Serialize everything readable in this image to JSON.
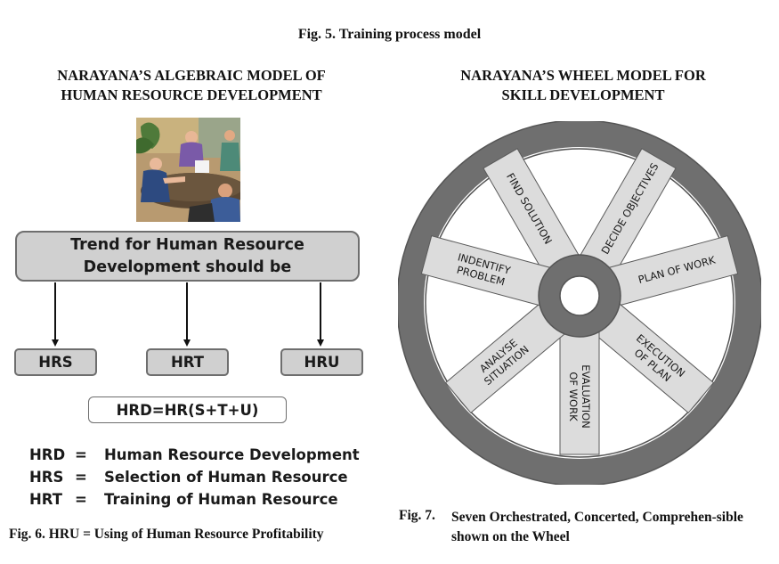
{
  "fig5_caption": "Fig. 5. Training process model",
  "left_panel": {
    "title_line1": "NARAYANA’S ALGEBRAIC MODEL OF",
    "title_line2": "HUMAN RESOURCE DEVELOPMENT",
    "trend_line1": "Trend for Human Resource",
    "trend_line2": "Development should be",
    "boxes": [
      "HRS",
      "HRT",
      "HRU"
    ],
    "formula": "HRD=HR(S+T+U)",
    "legend": [
      {
        "abbr": "HRD",
        "eq": "=",
        "def": "Human Resource Development"
      },
      {
        "abbr": "HRS",
        "eq": "=",
        "def": "Selection of Human Resource"
      },
      {
        "abbr": "HRT",
        "eq": "=",
        "def": "Training of Human Resource"
      }
    ],
    "caption": "Fig. 6. HRU = Using of Human Resource Profitability"
  },
  "right_panel": {
    "title_line1": "NARAYANA’S WHEEL MODEL FOR",
    "title_line2": "SKILL DEVELOPMENT",
    "spokes": [
      {
        "line1": "FIND SOLUTION",
        "line2": ""
      },
      {
        "line1": "DECIDE OBJECTIVES",
        "line2": ""
      },
      {
        "line1": "PLAN OF WORK",
        "line2": ""
      },
      {
        "line1": "EXECUTION",
        "line2": "OF PLAN"
      },
      {
        "line1": "EVALUATION",
        "line2": "OF WORK"
      },
      {
        "line1": "ANALYSE",
        "line2": "SITUATION"
      },
      {
        "line1": "INDENTIFY",
        "line2": "PROBLEM"
      }
    ],
    "caption_label": "Fig. 7.",
    "caption_text": "Seven Orchestrated, Concerted, Comprehen-sible shown on the Wheel"
  },
  "colors": {
    "box_fill": "#d0d0d0",
    "box_border": "#6e6e6e",
    "wheel_dark": "#6f6f6f",
    "wheel_light": "#dcdcdc"
  }
}
